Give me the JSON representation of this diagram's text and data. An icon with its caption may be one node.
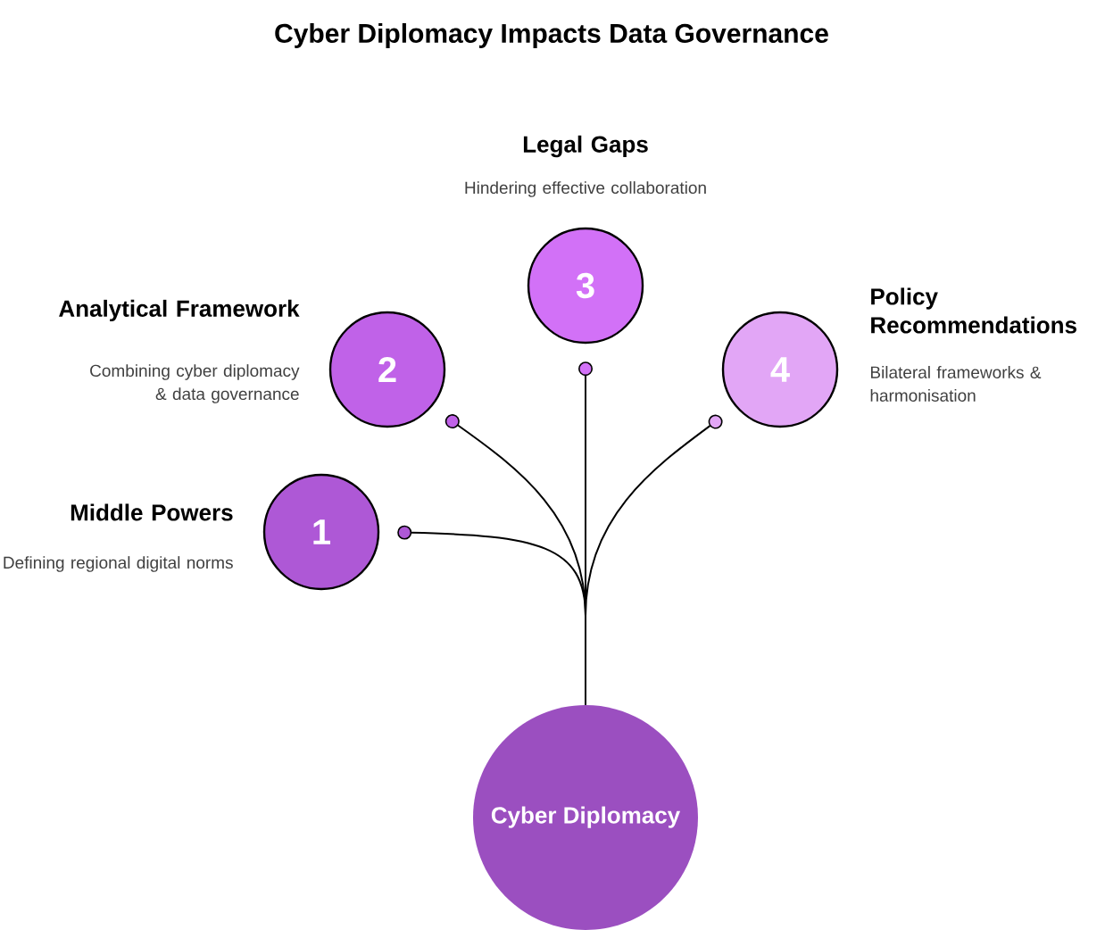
{
  "diagram": {
    "title": "Cyber Diplomacy Impacts Data Governance",
    "nodes": [
      {
        "text": [
          "Cyber Diplomacy"
        ]
      },
      {
        "text": [
          "1"
        ],
        "beside": [
          "Middle Powers",
          "Defining regional digital norms"
        ]
      },
      {
        "text": [
          "2"
        ],
        "beside": [
          "Analytical Framework",
          "Combining cyber diplomacy & data governance"
        ]
      },
      {
        "text": [
          "3"
        ],
        "beside": [
          "Legal Gaps",
          "Hindering effective collaboration"
        ]
      },
      {
        "text": [
          "4"
        ],
        "beside": [
          "Policy Recommendations",
          "Bilateral frameworks & harmonisation"
        ]
      }
    ],
    "edges": [
      {
        "from": 0,
        "to": 1,
        "arrow": "other"
      },
      {
        "from": 0,
        "to": 2,
        "arrow": "other"
      },
      {
        "from": 0,
        "to": 3,
        "arrow": "other"
      },
      {
        "from": 0,
        "to": 4,
        "arrow": "other"
      }
    ]
  }
}
